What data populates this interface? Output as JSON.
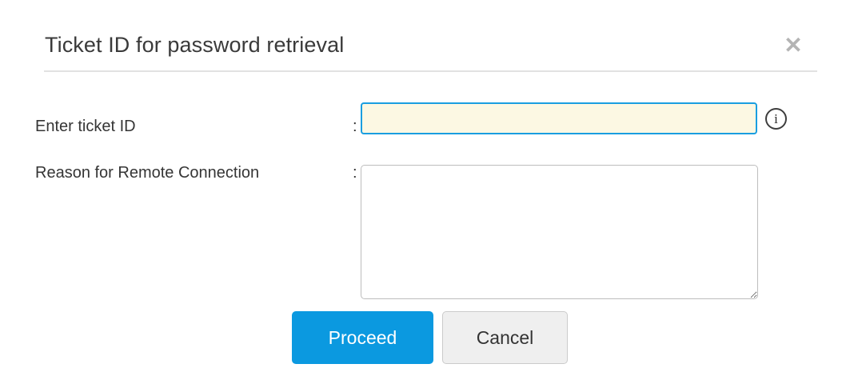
{
  "dialog": {
    "title": "Ticket ID for password retrieval",
    "close_label": "✕",
    "close_icon": "close-icon"
  },
  "form": {
    "colon": ":",
    "ticket": {
      "label": "Enter ticket ID",
      "value": "",
      "placeholder": "",
      "info_icon": "info-icon",
      "info_glyph": "i",
      "border_color": "#1a9ee0",
      "fill_color": "#fcf8e3"
    },
    "reason": {
      "label": "Reason for Remote Connection",
      "value": "",
      "placeholder": ""
    }
  },
  "footer": {
    "proceed_label": "Proceed",
    "cancel_label": "Cancel",
    "proceed_color": "#0b99e0",
    "cancel_color": "#efefef"
  }
}
